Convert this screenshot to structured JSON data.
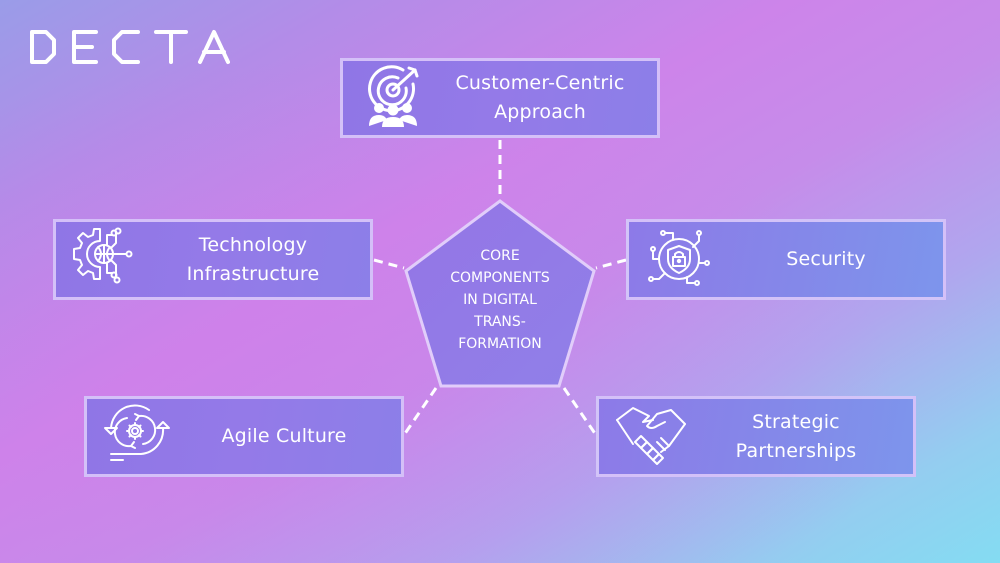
{
  "brand": {
    "logo_text": "DECTA"
  },
  "center": {
    "lines": [
      "CORE",
      "COMPONENTS",
      "IN DIGITAL",
      "TRANS-",
      "FORMATION"
    ]
  },
  "components": [
    {
      "id": "customer",
      "label_lines": [
        "Customer-Centric",
        "Approach"
      ],
      "icon": "target-people-icon"
    },
    {
      "id": "tech",
      "label_lines": [
        "Technology",
        "Infrastructure"
      ],
      "icon": "gear-globe-circuit-icon"
    },
    {
      "id": "security",
      "label_lines": [
        "Security"
      ],
      "icon": "shield-lock-circuit-icon"
    },
    {
      "id": "agile",
      "label_lines": [
        "Agile Culture"
      ],
      "icon": "cycle-gear-icon"
    },
    {
      "id": "partner",
      "label_lines": [
        "Strategic",
        "Partnerships"
      ],
      "icon": "handshake-icon"
    }
  ],
  "colors": {
    "box_fill": "#9079e7",
    "box_border": "#e1cdfa",
    "text": "#ffffff",
    "bg_start": "#9a9ce8",
    "bg_mid": "#cd84ea",
    "bg_end": "#84dcf2"
  }
}
